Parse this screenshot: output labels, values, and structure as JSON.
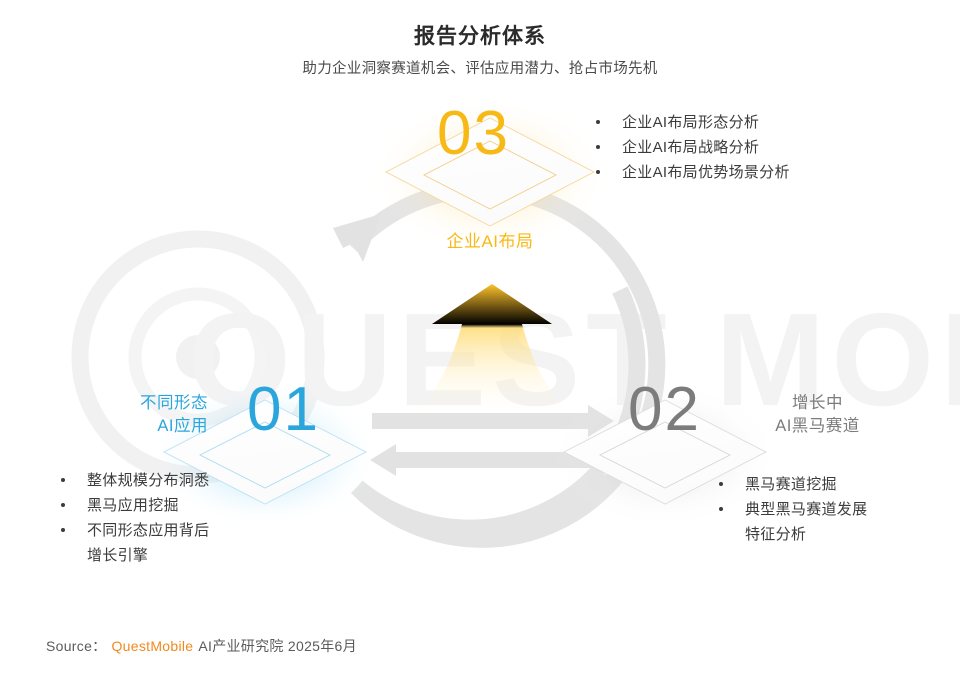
{
  "header": {
    "title": "报告分析体系",
    "subtitle": "助力企业洞察赛道机会、评估应用潜力、抢占市场先机"
  },
  "colors": {
    "accent_blue": "#2BA6DD",
    "accent_amber": "#F7B916",
    "accent_gray": "#7C7C7C",
    "brand_orange": "#F08A1E",
    "arrow_gray": "#E2E2E2",
    "watermark_gray": "#F2F2F2"
  },
  "diagram": {
    "type": "cycle-diagram",
    "watermark_text": "QUEST MOBILE",
    "watermark_logo": "questmobile-logo-icon",
    "nodes": [
      {
        "id": "01",
        "number": "01",
        "label_line1": "不同形态",
        "label_line2": "AI应用",
        "color": "#2BA6DD",
        "bullets": [
          {
            "text": "整体规模分布洞悉",
            "continuation": false
          },
          {
            "text": "黑马应用挖掘",
            "continuation": false
          },
          {
            "text": "不同形态应用背后",
            "continuation": false
          },
          {
            "text": "增长引擎",
            "continuation": true
          }
        ]
      },
      {
        "id": "02",
        "number": "02",
        "label_line1": "增长中",
        "label_line2": "AI黑马赛道",
        "color": "#7C7C7C",
        "bullets": [
          {
            "text": "黑马赛道挖掘",
            "continuation": false
          },
          {
            "text": "典型黑马赛道发展",
            "continuation": false
          },
          {
            "text": "特征分析",
            "continuation": true
          }
        ]
      },
      {
        "id": "03",
        "number": "03",
        "label_line1": "企业AI布局",
        "label_line2": "",
        "color": "#F7B916",
        "bullets": [
          {
            "text": "企业AI布局形态分析",
            "continuation": false
          },
          {
            "text": "企业AI布局战略分析",
            "continuation": false
          },
          {
            "text": "企业AI布局优势场景分析",
            "continuation": false
          }
        ]
      }
    ],
    "connectors": [
      {
        "name": "arrow-01-to-02",
        "direction": "right"
      },
      {
        "name": "arrow-02-to-01",
        "direction": "left"
      },
      {
        "name": "arc-arrow-to-03",
        "direction": "counter-clockwise-up"
      },
      {
        "name": "up-arrow-to-03",
        "direction": "up"
      }
    ]
  },
  "source": {
    "prefix": "Source：",
    "brand": "QuestMobile",
    "suffix": "AI产业研究院 2025年6月"
  }
}
